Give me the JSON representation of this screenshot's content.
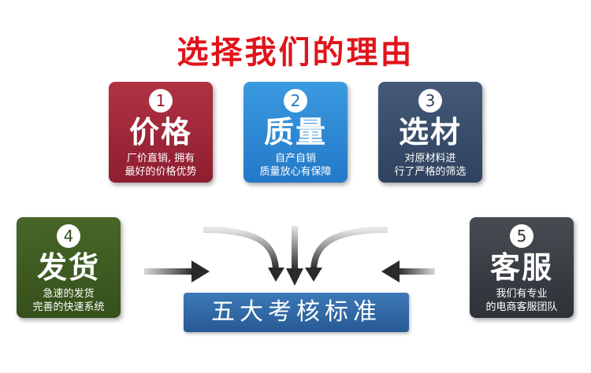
{
  "title": "选择我们的理由",
  "cards": [
    {
      "num": "1",
      "head": "价格",
      "line1": "厂价直销, 拥有",
      "line2": "最好的价格优势",
      "color": "#9e2538"
    },
    {
      "num": "2",
      "head": "质量",
      "line1": "自产自销",
      "line2": "质量放心有保障",
      "color": "#2d88d4"
    },
    {
      "num": "3",
      "head": "选材",
      "line1": "对原材料进",
      "line2": "行了严格的筛选",
      "color": "#3a4e6b"
    },
    {
      "num": "4",
      "head": "发货",
      "line1": "急速的发货",
      "line2": "完善的快速系统",
      "color": "#3f5b22"
    },
    {
      "num": "5",
      "head": "客服",
      "line1": "我们有专业",
      "line2": "的电商客服团队",
      "color": "#3a3e45"
    }
  ],
  "center_label": "五大考核标准",
  "accent_color": "#e0141b"
}
